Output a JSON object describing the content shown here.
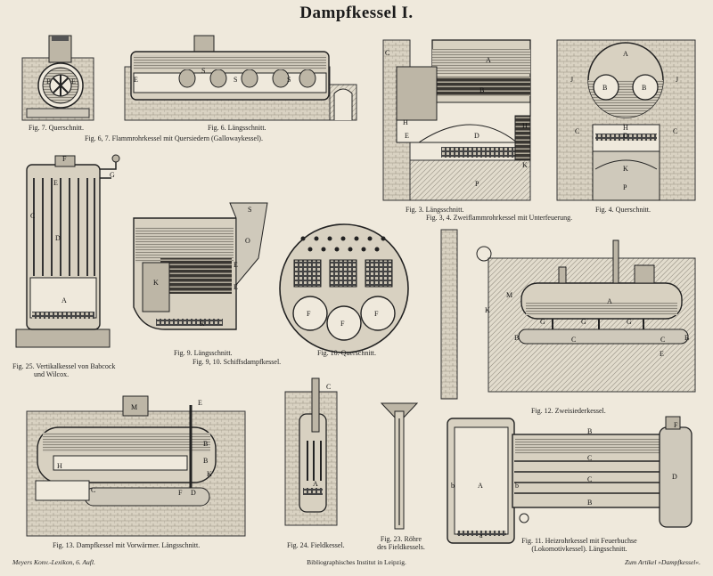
{
  "plate": {
    "title": "Dampfkessel I."
  },
  "captions": {
    "fig7": "Fig. 7. Querschnitt.",
    "fig6": "Fig. 6. Längsschnitt.",
    "fig67": "Fig. 6, 7. Flammrohrkessel mit Quersiedern (Gallowaykessel).",
    "fig3": "Fig. 3. Längsschnitt.",
    "fig4": "Fig. 4. Querschnitt.",
    "fig34": "Fig. 3, 4. Zweiflammrohrkessel mit Unterfeuerung.",
    "fig25_a": "Fig. 25. Vertikalkessel von Babcock",
    "fig25_b": "und Wilcox.",
    "fig9": "Fig. 9. Längsschnitt.",
    "fig910": "Fig. 9, 10. Schiffsdampfkessel.",
    "fig10": "Fig. 10. Querschnitt.",
    "fig12": "Fig. 12. Zweisiederkessel.",
    "fig13": "Fig. 13. Dampfkessel mit Vorwärmer. Längsschnitt.",
    "fig24": "Fig. 24. Fieldkessel.",
    "fig23_a": "Fig. 23. Röhre",
    "fig23_b": "des Fieldkessels.",
    "fig11_a": "Fig. 11. Heizrohrkessel mit Feuerbuchse",
    "fig11_b": "(Lokomotivkessel). Längsschnitt."
  },
  "footer": {
    "left": "Meyers Konv.-Lexikon, 6. Aufl.",
    "center": "Bibliographisches Institut in Leipzig.",
    "right": "Zum Artikel »Dampfkessel«."
  },
  "labels": {
    "A": "A",
    "B": "B",
    "C": "C",
    "D": "D",
    "E": "E",
    "F": "F",
    "G": "G",
    "H": "H",
    "J": "J",
    "K": "K",
    "M": "M",
    "O": "O",
    "P": "P",
    "R": "R",
    "S": "S",
    "a": "a",
    "b": "b"
  }
}
